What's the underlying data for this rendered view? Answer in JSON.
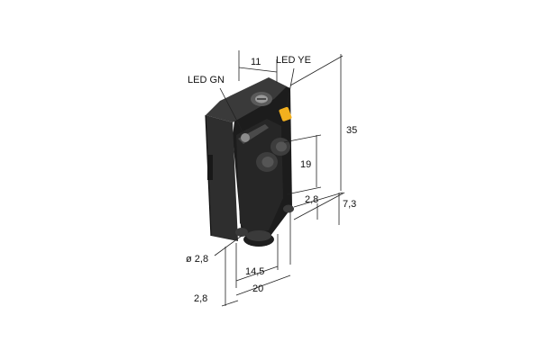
{
  "labels": {
    "led_green": "LED GN",
    "led_yellow": "LED YE"
  },
  "dimensions": {
    "top_width": "11",
    "height": "35",
    "lens_height": "19",
    "lens_offset": "2,8",
    "depth": "7,3",
    "hole_diameter": "ø 2,8",
    "hole_spacing": "14,5",
    "width": "20",
    "base_offset": "2,8"
  },
  "colors": {
    "housing": "#2b2b2b",
    "housing_dark": "#141414",
    "housing_light": "#4a4a4a",
    "led_yellow": "#f2b01e",
    "dimension_line": "#222222"
  }
}
